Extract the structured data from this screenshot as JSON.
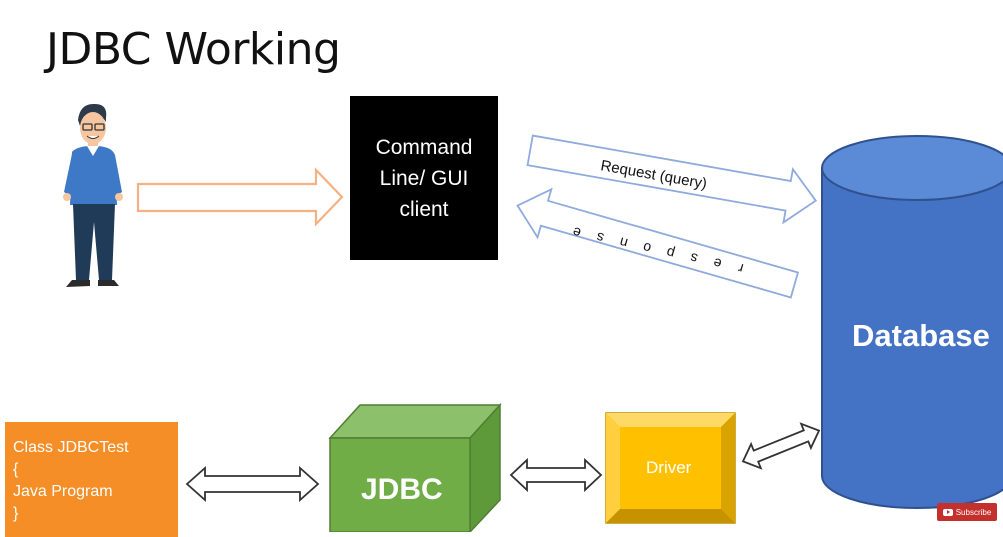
{
  "title": "JDBC Working",
  "client_box": {
    "lines": [
      "Command",
      "Line/ GUI",
      "client"
    ]
  },
  "request_label": "Request (query)",
  "response_label": "response",
  "database_label": "Database",
  "java_box": {
    "lines": [
      "Class JDBCTest",
      "{",
      "Java Program",
      "}"
    ]
  },
  "jdbc_label": "JDBC",
  "driver_label": "Driver",
  "subscribe_label": "Subscribe",
  "colors": {
    "database": "#4472c4",
    "jdbc": "#70ad47",
    "driver": "#ffc000",
    "java_box": "#f58e26",
    "user_arrow": "#f4b183",
    "request_arrow": "#8faadc"
  }
}
